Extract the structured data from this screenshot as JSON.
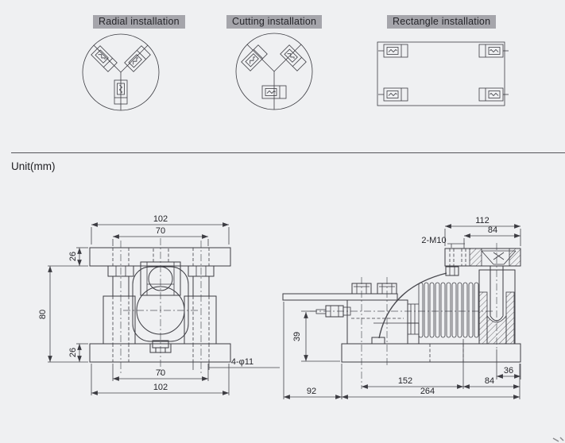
{
  "colors": {
    "background": "#eff0f2",
    "line": "#3c3c42",
    "label_bg": "#a5a5ab",
    "label_text": "#26262b"
  },
  "installations": [
    {
      "label": "Radial installation"
    },
    {
      "label": "Cutting installation"
    },
    {
      "label": "Rectangle installation"
    }
  ],
  "unit_label": "Unit(mm)",
  "front_view": {
    "dims": {
      "overall_width_top": "102",
      "inner_width_top": "70",
      "flange_height_top": "26",
      "body_height": "80",
      "flange_height_bottom": "26",
      "inner_width_bottom": "70",
      "overall_width_bottom": "102",
      "mounting_holes": "4-φ11"
    }
  },
  "side_view": {
    "dims": {
      "top_plate_width": "112",
      "top_inner_width": "84",
      "thread_spec": "2-M10",
      "connector_height": "39",
      "plate_overhang": "92",
      "body_length": "152",
      "base_length": "264",
      "right_section": "84",
      "right_edge": "36"
    }
  }
}
